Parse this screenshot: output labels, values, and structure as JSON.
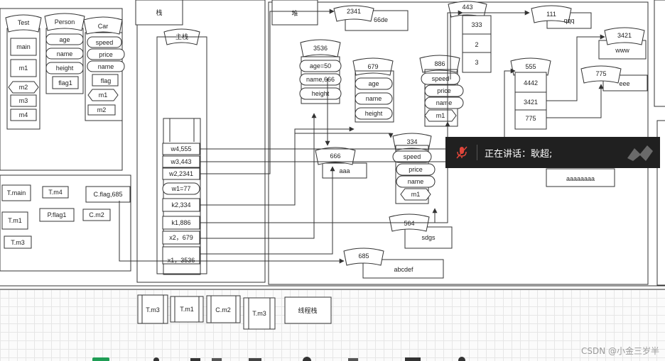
{
  "classes": {
    "test": {
      "title": "Test",
      "members": [
        "main",
        "m1",
        "m2",
        "m3",
        "m4"
      ]
    },
    "person": {
      "title": "Person",
      "members": [
        "age",
        "name",
        "height",
        "flag1"
      ]
    },
    "car": {
      "title": "Car",
      "members": [
        "speed",
        "price",
        "name",
        "flag",
        "m1",
        "m2"
      ]
    }
  },
  "method_area": [
    "T.main",
    "T.m4",
    "C.flag,685",
    "T.m1",
    "P.flag1",
    "C.m2",
    "T.m3"
  ],
  "stack": {
    "top_label": "栈",
    "main_label": "主栈",
    "slots": [
      "w4,555",
      "w3,443",
      "w2,2341",
      "w1=77",
      "k2,334",
      "k1,886",
      "x2，679",
      "x1，3536"
    ]
  },
  "heap": {
    "label": "堆",
    "objects": [
      {
        "addr": "3536",
        "fields": [
          "age=50",
          "name,666",
          "height"
        ]
      },
      {
        "addr": "679",
        "fields": [
          "age",
          "name",
          "height"
        ]
      },
      {
        "addr": "886",
        "fields": [
          "speed",
          "price",
          "name",
          "m1"
        ]
      },
      {
        "addr": "334",
        "fields": [
          "speed",
          "price",
          "name",
          "m1"
        ]
      },
      {
        "addr": "443",
        "fields": [
          "333",
          "2",
          "3"
        ]
      },
      {
        "addr": "555",
        "fields": [
          "4442",
          "3421",
          "775"
        ]
      }
    ],
    "strings": [
      {
        "addr": "2341",
        "value": "66de"
      },
      {
        "addr": "666",
        "value": "aaa"
      },
      {
        "addr": "564",
        "value": "sdgs"
      },
      {
        "addr": "685",
        "value": "abcdef"
      },
      {
        "addr": "111",
        "value": "qqq"
      },
      {
        "addr": "3421",
        "value": "www"
      },
      {
        "addr": "775",
        "value": "eee"
      }
    ],
    "partial_string": "aaaaaaaa"
  },
  "thread_stack": {
    "frames": [
      "T.m3",
      "T.m1",
      "C.m2",
      "T.m3"
    ],
    "label": "线程栈"
  },
  "toast": {
    "text": "正在讲话：耿超;"
  },
  "watermark": "CSDN @小金三岁半",
  "colors": {
    "toast_bg": "#202020",
    "mic_red": "#e0453a"
  }
}
